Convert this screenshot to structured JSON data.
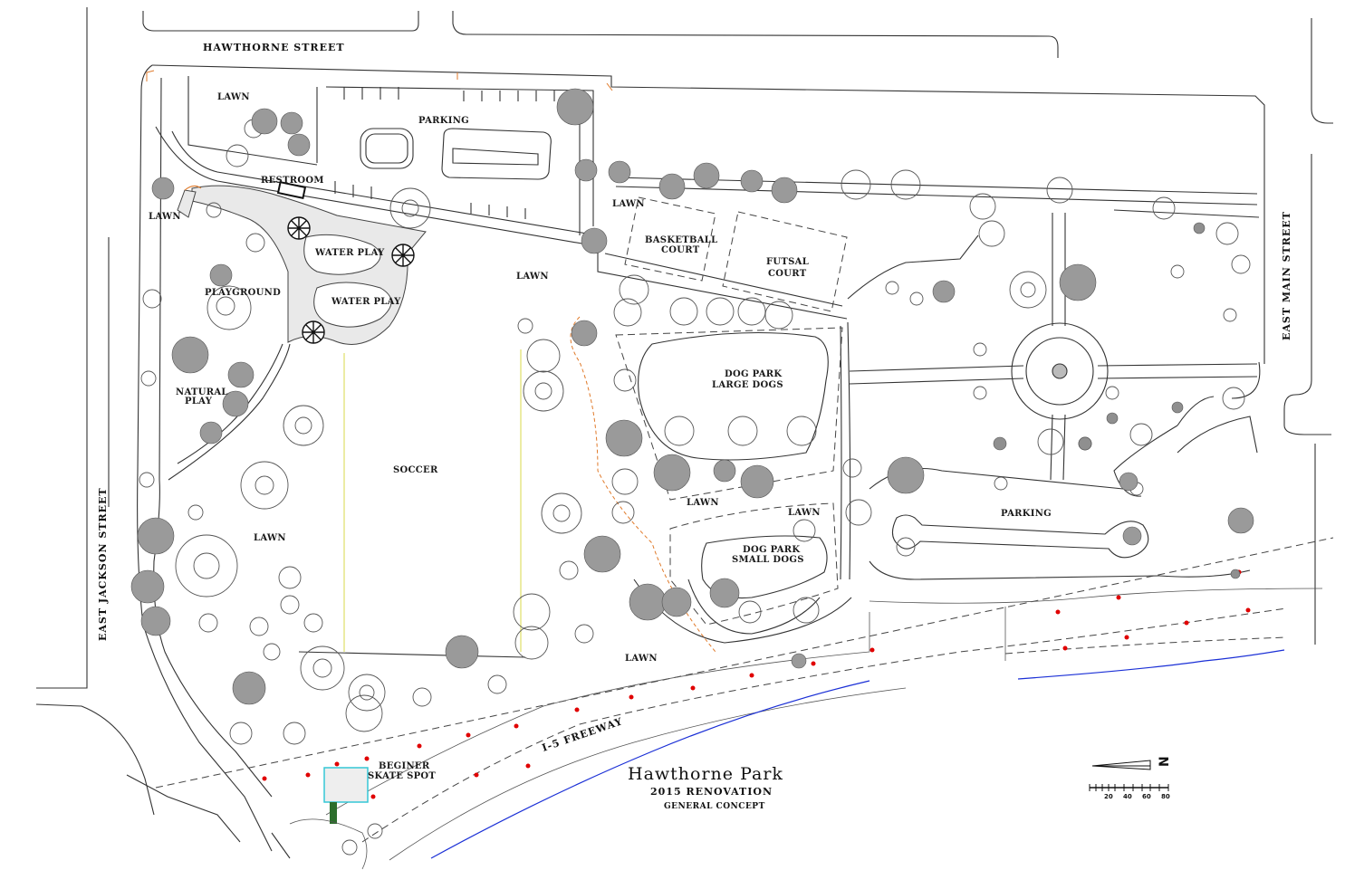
{
  "streets": {
    "north": "HAWTHORNE STREET",
    "west": "EAST JACKSON STREET",
    "east": "EAST MAIN STREET",
    "freeway": "I-5 FREEWAY"
  },
  "areas": {
    "lawn_nw": "LAWN",
    "parking_north": "PARKING",
    "restroom": "RESTROOM",
    "lawn_w": "LAWN",
    "water_play_1": "WATER PLAY",
    "water_play_2": "WATER PLAY",
    "playground": "PLAYGROUND",
    "natural_play_1": "NATURAL",
    "natural_play_2": "PLAY",
    "lawn_center": "LAWN",
    "lawn_ne": "LAWN",
    "basketball_1": "BASKETBALL",
    "basketball_2": "COURT",
    "futsal_1": "FUTSAL",
    "futsal_2": "COURT",
    "soccer": "SOCCER",
    "dog_large_1": "DOG PARK",
    "dog_large_2": "LARGE DOGS",
    "lawn_dog_1": "LAWN",
    "lawn_dog_2": "LAWN",
    "dog_small_1": "DOG PARK",
    "dog_small_2": "SMALL DOGS",
    "parking_east": "PARKING",
    "lawn_sw": "LAWN",
    "lawn_s": "LAWN",
    "skate_1": "BEGINER",
    "skate_2": "SKATE SPOT"
  },
  "title": {
    "name": "Hawthorne Park",
    "subtitle": "2015 RENOVATION",
    "concept": "GENERAL CONCEPT"
  },
  "north_arrow": {
    "label": "N"
  },
  "scale_bar": {
    "ticks": [
      "20",
      "40",
      "60",
      "80"
    ]
  },
  "colors": {
    "line": "#333333",
    "tree": "#555555",
    "freeway_marker": "#e00000",
    "stream": "#1a2fd6",
    "skate_spot": "#35c7d6",
    "orange_detail": "#e07a2a"
  }
}
